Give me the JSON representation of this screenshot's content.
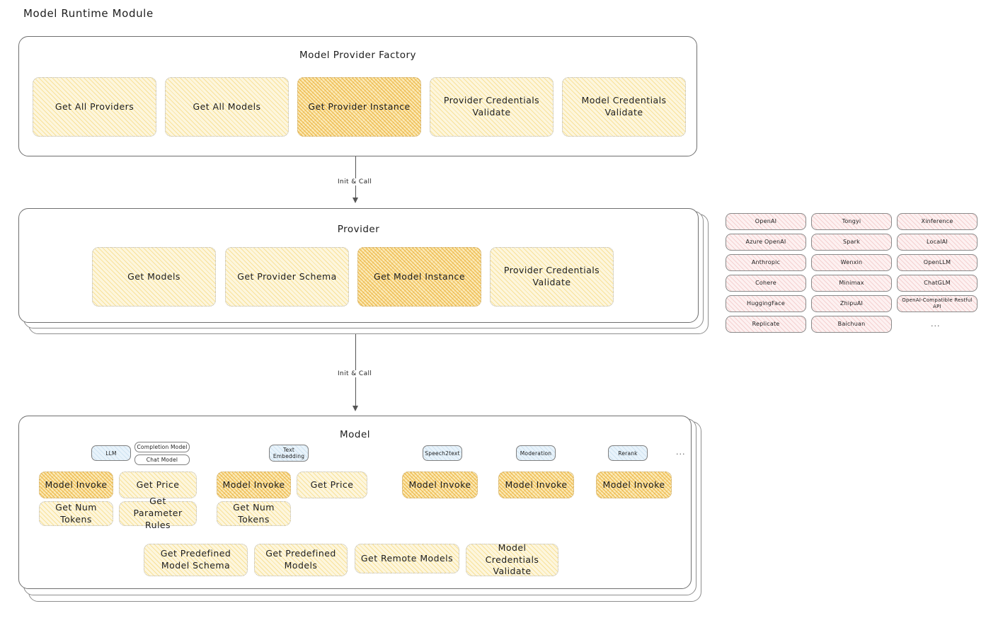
{
  "title": "Model Runtime Module",
  "factory": {
    "title": "Model Provider Factory",
    "boxes": [
      {
        "label": "Get All Providers",
        "highlighted": false
      },
      {
        "label": "Get All Models",
        "highlighted": false
      },
      {
        "label": "Get Provider Instance",
        "highlighted": true
      },
      {
        "label": "Provider Credentials Validate",
        "highlighted": false
      },
      {
        "label": "Model Credentials Validate",
        "highlighted": false
      }
    ]
  },
  "connector_1": {
    "label": "Init & Call"
  },
  "provider": {
    "title": "Provider",
    "boxes": [
      {
        "label": "Get Models",
        "highlighted": false
      },
      {
        "label": "Get Provider Schema",
        "highlighted": false
      },
      {
        "label": "Get Model Instance",
        "highlighted": true
      },
      {
        "label": "Provider Credentials Validate",
        "highlighted": false
      }
    ]
  },
  "provider_list": {
    "columns": [
      {
        "items": [
          "OpenAI",
          "Azure OpenAI",
          "Anthropic",
          "Cohere",
          "HuggingFace",
          "Replicate"
        ]
      },
      {
        "items": [
          "Tongyi",
          "Spark",
          "Wenxin",
          "Minimax",
          "ZhipuAI",
          "Baichuan"
        ]
      },
      {
        "items": [
          "Xinference",
          "LocalAI",
          "OpenLLM",
          "ChatGLM",
          "OpenAI-Compatible Restful API"
        ]
      }
    ],
    "more": "..."
  },
  "connector_2": {
    "label": "Init & Call"
  },
  "model": {
    "title": "Model",
    "more": "...",
    "types": [
      {
        "chip": "LLM",
        "subchips": [
          "Completion Model",
          "Chat Model"
        ],
        "boxes": [
          {
            "label": "Model Invoke",
            "highlighted": true
          },
          {
            "label": "Get Price",
            "highlighted": false
          },
          {
            "label": "Get Num Tokens",
            "highlighted": false
          },
          {
            "label": "Get Parameter Rules",
            "highlighted": false
          }
        ]
      },
      {
        "chip": "Text Embedding",
        "subchips": [],
        "boxes": [
          {
            "label": "Model Invoke",
            "highlighted": true
          },
          {
            "label": "Get Price",
            "highlighted": false
          },
          {
            "label": "Get Num Tokens",
            "highlighted": false
          }
        ]
      },
      {
        "chip": "Speech2text",
        "subchips": [],
        "boxes": [
          {
            "label": "Model Invoke",
            "highlighted": true
          }
        ]
      },
      {
        "chip": "Moderation",
        "subchips": [],
        "boxes": [
          {
            "label": "Model Invoke",
            "highlighted": true
          }
        ]
      },
      {
        "chip": "Rerank",
        "subchips": [],
        "boxes": [
          {
            "label": "Model Invoke",
            "highlighted": true
          }
        ]
      }
    ],
    "shared_boxes": [
      {
        "label": "Get Predefined Model Schema"
      },
      {
        "label": "Get Predefined Models"
      },
      {
        "label": "Get Remote Models"
      },
      {
        "label": "Model Credentials Validate"
      }
    ]
  },
  "colors": {
    "hatch_light": "#fdf6dd",
    "hatch_strong": "#fbeab7",
    "hatch_pink": "#fdf1f1",
    "chip_blue": "#e8f3fb",
    "panel_border": "#6f6f6f",
    "text": "#1d1d1d"
  }
}
